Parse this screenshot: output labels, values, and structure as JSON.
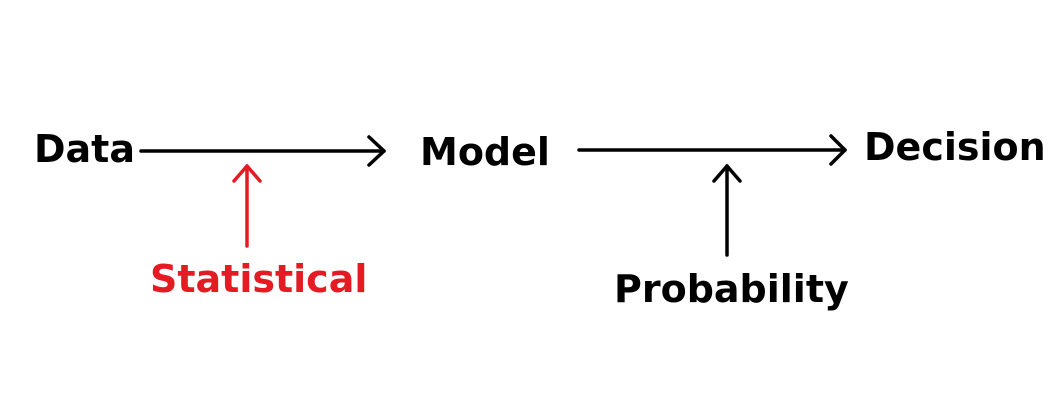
{
  "nodes": {
    "data": "Data",
    "model": "Model",
    "decision": "Decision"
  },
  "influences": {
    "statistical": "Statistical",
    "probability": "Probability"
  },
  "colors": {
    "primary": "#000000",
    "statistical": "#e51b24",
    "background": "#ffffff"
  }
}
